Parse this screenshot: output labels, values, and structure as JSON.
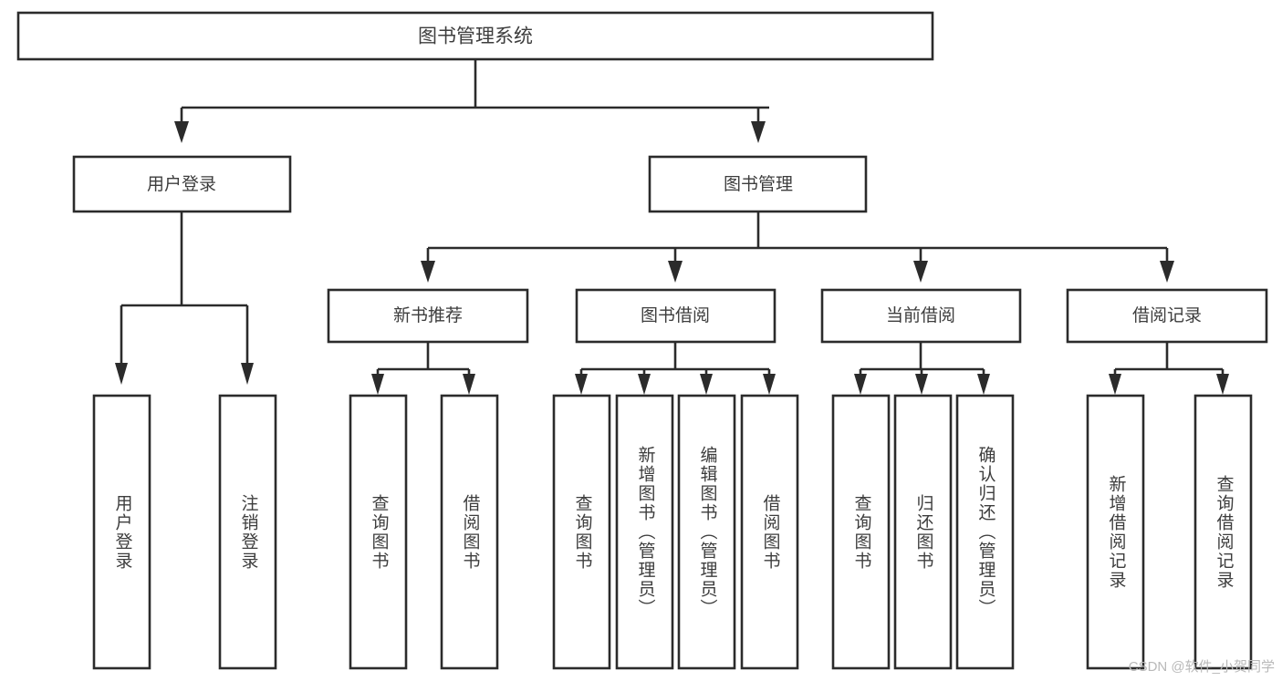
{
  "diagram": {
    "type": "tree",
    "title": "图书管理系统",
    "watermark": "CSDN @软件_小贺同学",
    "colors": {
      "stroke": "#2b2b2b",
      "text": "#3d3d3d",
      "background": "#ffffff",
      "watermark": "#b9b9b9"
    },
    "root": {
      "label": "图书管理系统"
    },
    "level1": [
      {
        "label": "用户登录"
      },
      {
        "label": "图书管理"
      }
    ],
    "level2": [
      {
        "label": "新书推荐"
      },
      {
        "label": "图书借阅"
      },
      {
        "label": "当前借阅"
      },
      {
        "label": "借阅记录"
      }
    ],
    "leaves": {
      "user_login": [
        {
          "label": "用户登录"
        },
        {
          "label": "注销登录"
        }
      ],
      "new_book_recommend": [
        {
          "label": "查询图书"
        },
        {
          "label": "借阅图书"
        }
      ],
      "book_borrow": [
        {
          "label": "查询图书"
        },
        {
          "label": "新增图书（管理员）"
        },
        {
          "label": "编辑图书（管理员）"
        },
        {
          "label": "借阅图书"
        }
      ],
      "current_borrow": [
        {
          "label": "查询图书"
        },
        {
          "label": "归还图书"
        },
        {
          "label": "确认归还（管理员）"
        }
      ],
      "borrow_record": [
        {
          "label": "新增借阅记录"
        },
        {
          "label": "查询借阅记录"
        }
      ]
    }
  }
}
